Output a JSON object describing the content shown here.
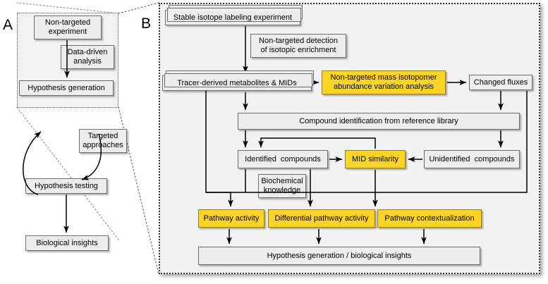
{
  "figure": {
    "panels": [
      {
        "id": "A",
        "label": "A"
      },
      {
        "id": "B",
        "label": "B"
      }
    ]
  },
  "panel_a": {
    "label": "A",
    "nodes": [
      {
        "id": "nontargeted-experiment",
        "text": "Non-targeted\nexperiment",
        "style": "plain"
      },
      {
        "id": "data-driven-analysis",
        "text": "Data-driven\nanalysis",
        "style": "plain"
      },
      {
        "id": "hypothesis-generation",
        "text": "Hypothesis generation",
        "style": "plain"
      },
      {
        "id": "targeted-approaches",
        "text": "Targeted\napproaches",
        "style": "plain"
      },
      {
        "id": "hypothesis-testing",
        "text": "Hypothesis testing",
        "style": "plain"
      },
      {
        "id": "biological-insights",
        "text": "Biological insights",
        "style": "plain"
      }
    ],
    "edges": [
      {
        "from": "nontargeted-experiment",
        "to": "hypothesis-generation",
        "label": "Data-driven analysis",
        "kind": "straight"
      },
      {
        "from": "hypothesis-generation",
        "to": "hypothesis-testing",
        "label": "Targeted approaches",
        "kind": "curved-right"
      },
      {
        "from": "hypothesis-testing",
        "to": "hypothesis-generation",
        "label": "",
        "kind": "curved-left"
      },
      {
        "from": "hypothesis-testing",
        "to": "biological-insights",
        "label": "",
        "kind": "straight"
      }
    ]
  },
  "panel_b": {
    "label": "B",
    "nodes": [
      {
        "id": "stable-isotope-labeling-experiment",
        "text": "Stable isotope labeling experiment",
        "style": "stack"
      },
      {
        "id": "nontargeted-detection",
        "text": "Non-targeted detection\nof isotopic enrichment",
        "style": "plain"
      },
      {
        "id": "tracer-derived-metabolites-mids",
        "text": "Tracer-derived metabolites & MIDs",
        "style": "stack"
      },
      {
        "id": "nontargeted-mass-isotopomer",
        "text": "Non-targeted mass isotopomer\nabundance variation analysis",
        "style": "yellow"
      },
      {
        "id": "changed-fluxes",
        "text": "Changed fluxes",
        "style": "plain"
      },
      {
        "id": "compound-identification",
        "text": "Compound identification from reference library",
        "style": "plain"
      },
      {
        "id": "identified-compounds",
        "text": "Identified  compounds",
        "style": "plain"
      },
      {
        "id": "mid-similarity",
        "text": "MID similarity",
        "style": "yellow"
      },
      {
        "id": "unidentified-compounds",
        "text": "Unidentified  compounds",
        "style": "plain"
      },
      {
        "id": "biochemical-knowledge",
        "text": "Biochemical\nknowledge",
        "style": "plain"
      },
      {
        "id": "pathway-activity",
        "text": "Pathway activity",
        "style": "yellow"
      },
      {
        "id": "differential-pathway-activity",
        "text": "Differential pathway activity",
        "style": "yellow"
      },
      {
        "id": "pathway-contextualization",
        "text": "Pathway contextualization",
        "style": "yellow"
      },
      {
        "id": "hypothesis-generation-insights",
        "text": "Hypothesis generation / biological insights",
        "style": "plain"
      }
    ]
  },
  "colors": {
    "highlight_yellow": "#fcd428",
    "box_grey": "#ededed",
    "panel_grey": "#f2f2f2",
    "border_grey": "#6d6d6d",
    "line_black": "#000000"
  }
}
